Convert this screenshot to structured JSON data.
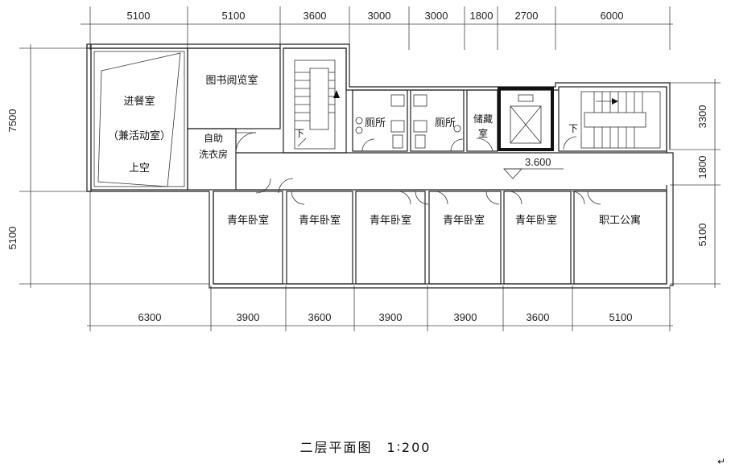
{
  "top_dimensions": [
    "5100",
    "5100",
    "3600",
    "3000",
    "3000",
    "1800",
    "2700",
    "6000"
  ],
  "bottom_dimensions": [
    "6300",
    "3900",
    "3600",
    "3900",
    "3900",
    "3600",
    "5100"
  ],
  "left_dimensions": [
    "7500",
    "5100"
  ],
  "right_dimensions": [
    "3300",
    "1800",
    "5100"
  ],
  "rooms": {
    "dining": "进餐室",
    "dining_note": "（兼活动室）",
    "dining_void": "上空",
    "library": "图书阅览室",
    "laundry_line1": "自助",
    "laundry_line2": "洗衣房",
    "toilet_1": "厕所",
    "toilet_2": "厕所",
    "storage_line1": "储藏",
    "storage_line2": "室",
    "bedrooms": [
      "青年卧室",
      "青年卧室",
      "青年卧室",
      "青年卧室",
      "青年卧室"
    ],
    "staff_apartment": "职工公寓"
  },
  "stair_down_1": "下",
  "stair_down_2": "下",
  "elevation": "3.600",
  "caption": "二层平面图　1∶200",
  "corner_mark": "↵"
}
